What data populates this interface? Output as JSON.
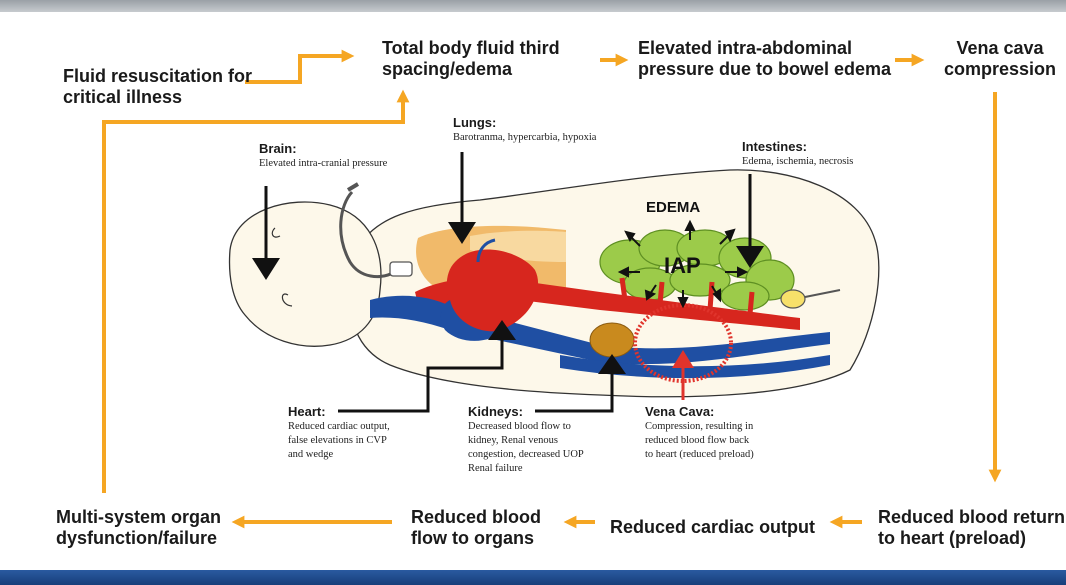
{
  "colors": {
    "flow_arrow": "#f5a623",
    "artery": "#d7261e",
    "vein": "#1f4fa3",
    "intestine": "#9ccb4a",
    "lung": "#f0b35c",
    "kidney": "#c98a1e",
    "pointer": "#111111",
    "compression": "#e0342c",
    "bottom_bar": "#1f4a8f"
  },
  "flow": {
    "fluid_resuscitation": "Fluid resuscitation for\ncritical illness",
    "third_spacing": "Total body fluid third\nspacing/edema",
    "intra_abdominal": "Elevated intra-abdominal\npressure due to bowel edema",
    "vena_cava_compression": "Vena cava\ncompression",
    "reduced_return": "Reduced blood return\nto heart (preload)",
    "reduced_output": "Reduced cardiac output",
    "reduced_flow": "Reduced blood\nflow to organs",
    "organ_failure": "Multi-system organ\ndysfunction/failure"
  },
  "organs": {
    "brain": {
      "title": "Brain:",
      "desc": "Elevated intra-cranial pressure"
    },
    "lungs": {
      "title": "Lungs:",
      "desc": "Barotranma, hypercarbia, hypoxia"
    },
    "intestines": {
      "title": "Intestines:",
      "desc": "Edema, ischemia, necrosis"
    },
    "heart": {
      "title": "Heart:",
      "desc": "Reduced cardiac output,\nfalse elevations in CVP\nand wedge"
    },
    "kidneys": {
      "title": "Kidneys:",
      "desc": "Decreased blood flow to\nkidney, Renal venous\ncongestion, decreased UOP\nRenal failure"
    },
    "vena_cava": {
      "title": "Vena Cava:",
      "desc": "Compression, resulting in\nreduced blood flow back\nto heart (reduced preload)"
    }
  },
  "illustration": {
    "edema_label": "EDEMA",
    "iap_label": "IAP"
  }
}
